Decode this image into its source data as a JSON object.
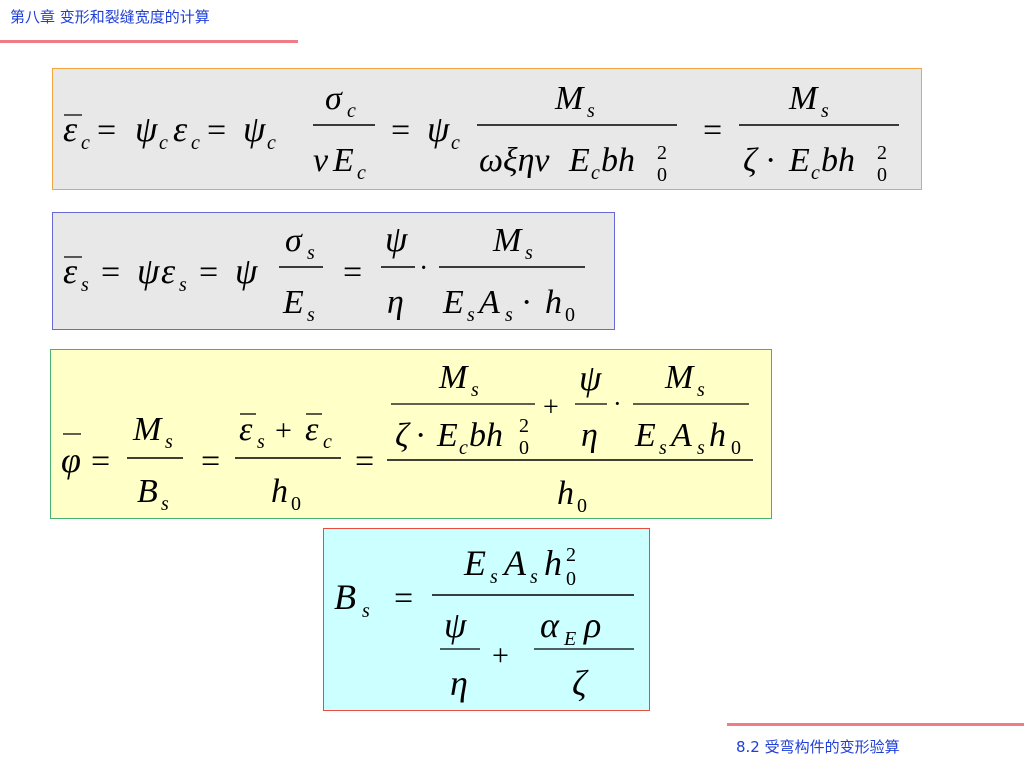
{
  "header": {
    "chapter_title": "第八章  变形和裂缝宽度的计算"
  },
  "footer": {
    "section_title": "8.2  受弯构件的变形验算"
  },
  "formulas": {
    "concrete_strain": "ε̄c = ψc εc = ψc σc / (ν Ec) = ψc Ms / (ω ξ η ν Ec b h0²) = Ms / (ζ · Ec b h0²)",
    "steel_strain": "ε̄s = ψ εs = ψ σs / Es = ψ/η · Ms / (Es As · h0)",
    "curvature": "φ̄ = Ms / Bs = (ε̄s + ε̄c) / h0 = [Ms/(ζ · Ec b h0²) + ψ/η · Ms/(Es As h0)] / h0",
    "stiffness": "Bs = Es As h0² / (ψ/η + αE ρ / ζ)"
  },
  "colors": {
    "header_text": "#1f3fd6",
    "rule": "#f07c86",
    "box1_fill": "#e8e8e8",
    "box1_border": "#f2a53c",
    "box2_fill": "#e8e8e8",
    "box2_border": "#6a6ad6",
    "box3_fill": "#ffffc8",
    "box3_border": "#48b070",
    "box4_fill": "#ccffff",
    "box4_border": "#e74c3c"
  }
}
